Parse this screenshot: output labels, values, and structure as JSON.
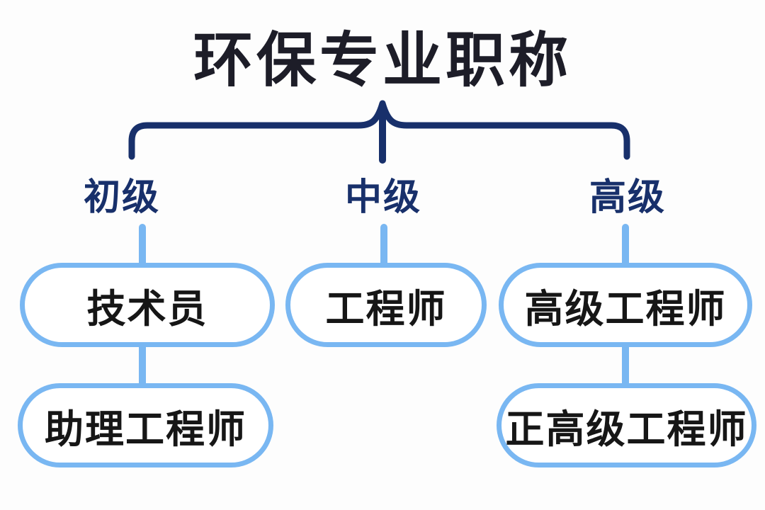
{
  "title": "环保专业职称",
  "colors": {
    "brace_navy": "#18306b",
    "connector_light_blue": "#79b7f2",
    "title_text": "#1d1d28",
    "box_text": "#161616",
    "background": "#fdfdfd"
  },
  "icons": {
    "brace": "curly-brace-split-icon",
    "connector": "vertical-connector-line"
  },
  "levels": [
    {
      "label": "初级",
      "titles": [
        "技术员",
        "助理工程师"
      ]
    },
    {
      "label": "中级",
      "titles": [
        "工程师"
      ]
    },
    {
      "label": "高级",
      "titles": [
        "高级工程师",
        "正高级工程师"
      ]
    }
  ]
}
